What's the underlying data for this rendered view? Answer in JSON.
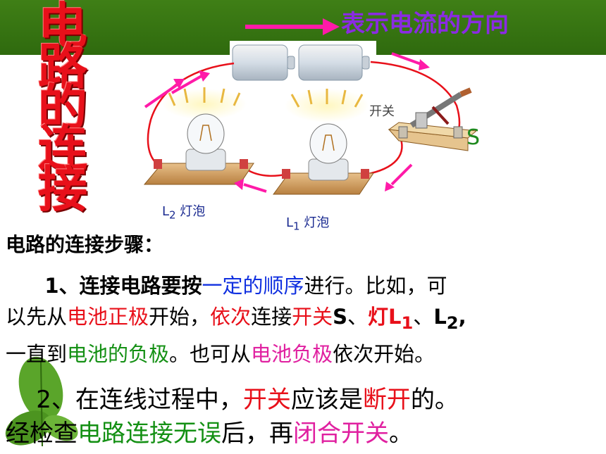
{
  "title_chars": [
    "电",
    "路",
    "的",
    "连",
    "接"
  ],
  "legend_text": "表示电流的方向",
  "switch_label": "开关",
  "switch_symbol": "S",
  "bulb2_label": "L",
  "bulb2_sub": "2",
  "bulb2_text": " 灯泡",
  "bulb1_label": "L",
  "bulb1_sub": "1",
  "bulb1_text": " 灯泡",
  "steps_title": "电路的连接步骤：",
  "step1": {
    "l1a": "1、连接电路要按",
    "l1b": "一定的顺序",
    "l1c": "进行。比如，可",
    "l2a": "以先从",
    "l2b": "电池正极",
    "l2c": "开始，",
    "l2d": "依次",
    "l2e": "连接",
    "l2f": "开关",
    "l2g": "S",
    "l2h": "、",
    "l2i": "灯L",
    "l2j": "1",
    "l2k": "、",
    "l2l": "L",
    "l2m": "2",
    "l2n": ",",
    "l3a": "一直到",
    "l3b": "电池的负极",
    "l3c": "。也可从",
    "l3d": "电池负极",
    "l3e": "依次开始。"
  },
  "step2": {
    "l1a": "2、在连线过程中，",
    "l1b": "开关",
    "l1c": "应该是",
    "l1d": "断开",
    "l1e": "的。",
    "l2a": "经检查",
    "l2b": "电路连接无误",
    "l2c": "后，再",
    "l2d": "闭合开关",
    "l2e": "。"
  },
  "colors": {
    "title_red": "#e8101a",
    "arrow_pink": "#ff1aa8",
    "legend_purple": "#8a2be2",
    "header_green": "#3f7f16"
  }
}
